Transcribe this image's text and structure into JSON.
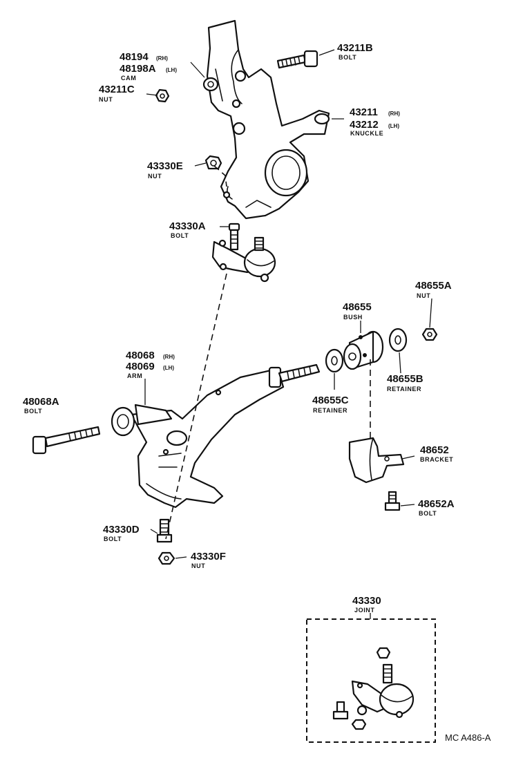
{
  "callouts": {
    "cam": {
      "part_rh": "48194",
      "suffix_rh": "(RH)",
      "part_lh": "48198A",
      "suffix_lh": "(LH)",
      "name": "CAM"
    },
    "bolt_43211b": {
      "part": "43211B",
      "name": "BOLT"
    },
    "nut_43211c": {
      "part": "43211C",
      "name": "NUT"
    },
    "knuckle": {
      "part_rh": "43211",
      "suffix_rh": "(RH)",
      "part_lh": "43212",
      "suffix_lh": "(LH)",
      "name": "KNUCKLE"
    },
    "nut_43330e": {
      "part": "43330E",
      "name": "NUT"
    },
    "bolt_43330a": {
      "part": "43330A",
      "name": "BOLT"
    },
    "nut_48655a": {
      "part": "48655A",
      "name": "NUT"
    },
    "bush": {
      "part": "48655",
      "name": "BUSH"
    },
    "arm": {
      "part_rh": "48068",
      "suffix_rh": "(RH)",
      "part_lh": "48069",
      "suffix_lh": "(LH)",
      "name": "ARM"
    },
    "bolt_48068a": {
      "part": "48068A",
      "name": "BOLT"
    },
    "retainer_48655b": {
      "part": "48655B",
      "name": "RETAINER"
    },
    "retainer_48655c": {
      "part": "48655C",
      "name": "RETAINER"
    },
    "bracket": {
      "part": "48652",
      "name": "BRACKET"
    },
    "bolt_48652a": {
      "part": "48652A",
      "name": "BOLT"
    },
    "bolt_43330d": {
      "part": "43330D",
      "name": "BOLT"
    },
    "nut_43330f": {
      "part": "43330F",
      "name": "NUT"
    },
    "joint": {
      "part": "43330",
      "name": "JOINT"
    }
  },
  "figure_code": "MC A486-A"
}
